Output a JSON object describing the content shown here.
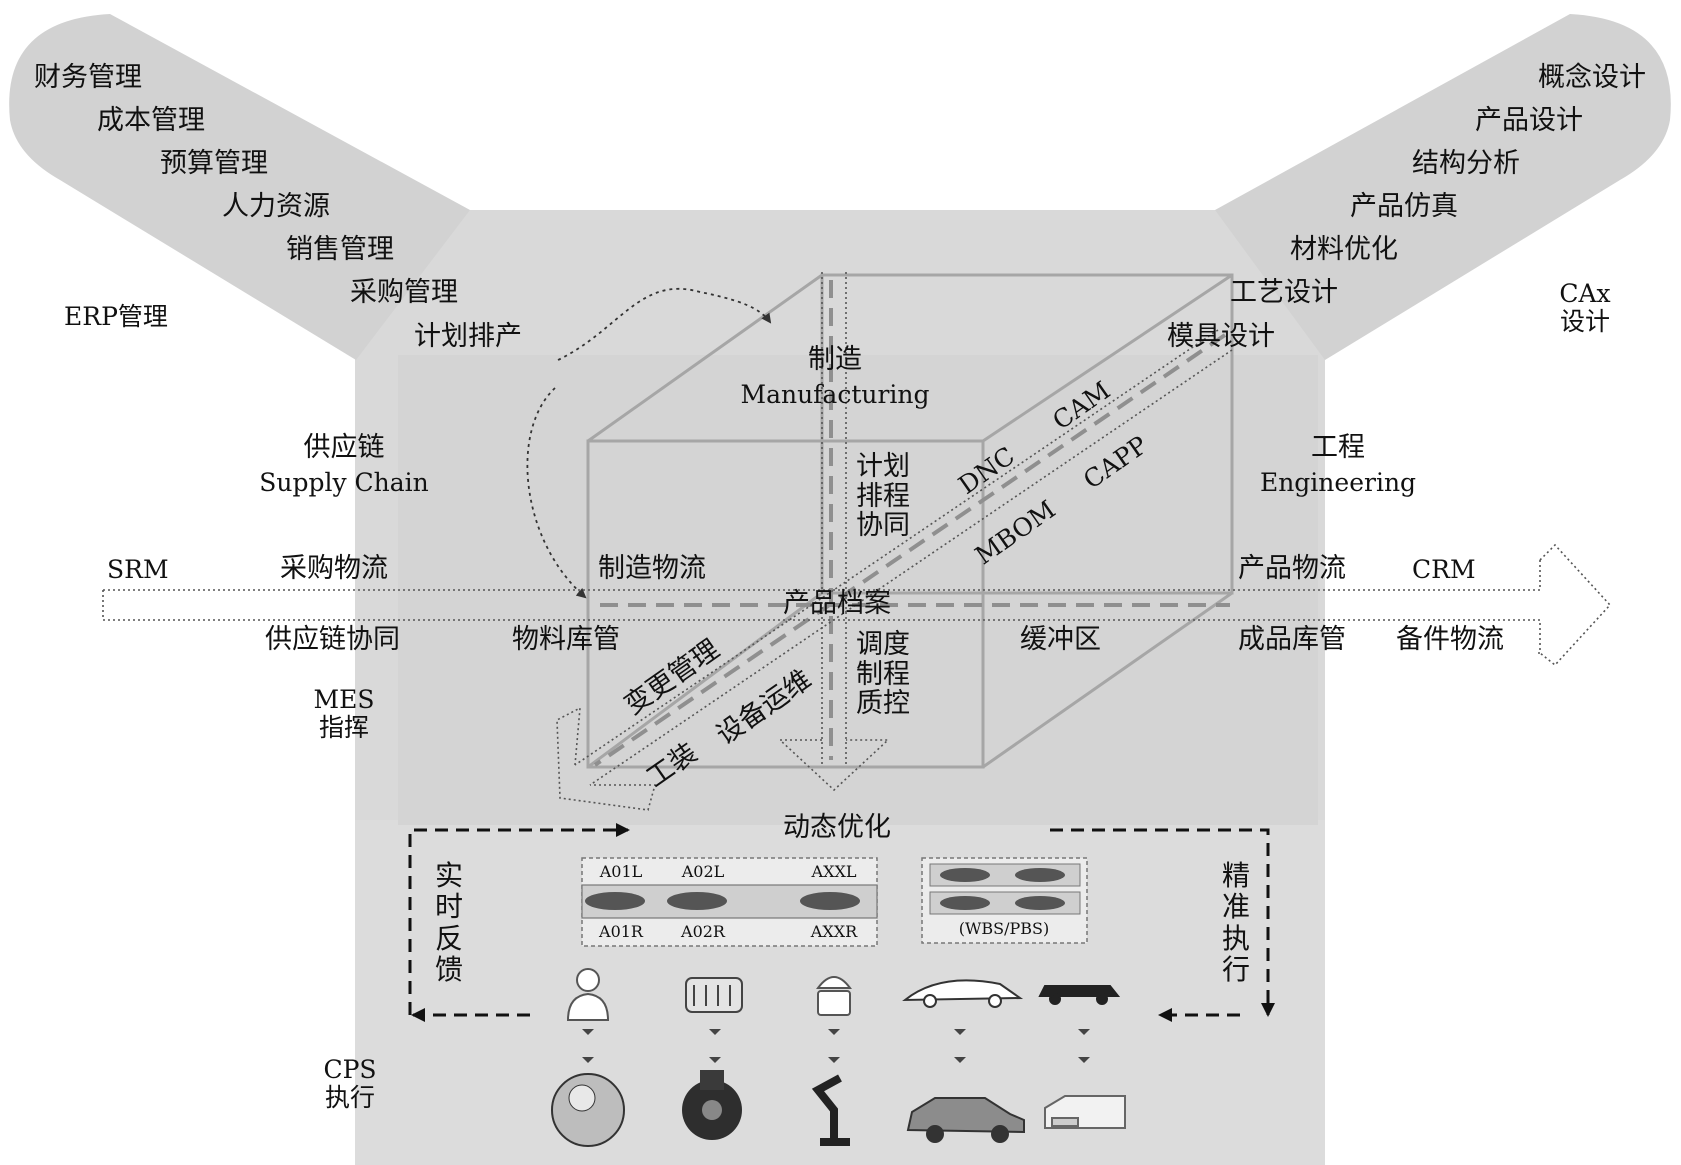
{
  "colors": {
    "band": "#d2d2d2",
    "body": "#d9d9d9",
    "cube_line": "#a6a6a6",
    "ink": "#111111"
  },
  "erp": {
    "label": "ERP管理",
    "items": [
      "财务管理",
      "成本管理",
      "预算管理",
      "人力资源",
      "销售管理",
      "采购管理",
      "计划排产"
    ]
  },
  "cax": {
    "label": "CAx\n设计",
    "items": [
      "概念设计",
      "产品设计",
      "结构分析",
      "产品仿真",
      "材料优化",
      "工艺设计",
      "模具设计"
    ]
  },
  "manufacturing": {
    "zh": "制造",
    "en": "Manufacturing"
  },
  "supply_chain": {
    "zh": "供应链",
    "en": "Supply Chain"
  },
  "engineering": {
    "zh": "工程",
    "en": "Engineering"
  },
  "cube": {
    "plan": "计划\n排程\n协同",
    "dispatch": "调度\n制程\n质控",
    "dnc": "DNC",
    "cam": "CAM",
    "mbom": "MBOM",
    "capp": "CAPP",
    "change": "变更管理",
    "tooling": "工装",
    "equipment": "设备运维",
    "mfg_logistics": "制造物流",
    "material": "物料库管",
    "buffer": "缓冲区",
    "archive": "产品档案"
  },
  "flow": {
    "srm": "SRM",
    "purchase_logistics": "采购物流",
    "sc_collab": "供应链协同",
    "product_logistics": "产品物流",
    "finished_goods": "成品库管",
    "crm": "CRM",
    "spare_parts": "备件物流"
  },
  "mes": "MES\n指挥",
  "dynamic_opt": "动态优化",
  "realtime_feedback": "实时反馈",
  "precise_exec": "精准执行",
  "cps": "CPS\n执行",
  "stations": {
    "top": [
      "A01L",
      "A02L",
      "AXXL"
    ],
    "bottom": [
      "A01R",
      "A02R",
      "AXXR"
    ],
    "wbs": "(WBS/PBS)"
  }
}
